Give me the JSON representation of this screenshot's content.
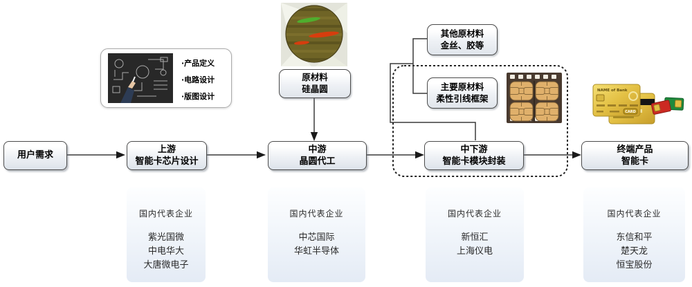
{
  "flow_nodes": [
    {
      "id": "user-demand",
      "line1": "用户需求"
    },
    {
      "id": "upstream",
      "line1": "上游",
      "line2": "智能卡芯片设计"
    },
    {
      "id": "midstream",
      "line1": "中游",
      "line2": "晶圆代工"
    },
    {
      "id": "mid-downstream",
      "line1": "中下游",
      "line2": "智能卡模块封装"
    },
    {
      "id": "end-product",
      "line1": "终端产品",
      "line2": "智能卡"
    }
  ],
  "design_panel": {
    "bullets": [
      "·产品定义",
      "·电路设计",
      "·版图设计"
    ]
  },
  "material_labels": {
    "wafer": {
      "line1": "原材料",
      "line2": "硅晶圆"
    },
    "other": {
      "line1": "其他原材料",
      "line2": "金丝、胶等"
    },
    "main": {
      "line1": "主要原材料",
      "line2": "柔性引线框架"
    }
  },
  "company_boxes": [
    {
      "title": "国内代表企业",
      "companies": [
        "紫光国微",
        "中电华大",
        "大唐微电子"
      ]
    },
    {
      "title": "国内代表企业",
      "companies": [
        "中芯国际",
        "华虹半导体"
      ]
    },
    {
      "title": "国内代表企业",
      "companies": [
        "新恒汇",
        "上海仪电"
      ]
    },
    {
      "title": "国内代表企业",
      "companies": [
        "东信和平",
        "楚天龙",
        "恒宝股份"
      ]
    }
  ],
  "card_art": {
    "bank_label": "NAME of Bank",
    "badge_label": "CARD"
  },
  "colors": {
    "node_border": "#4a4a4a",
    "node_fill_bottom": "#dde3ea",
    "company_fill_bottom": "#e4ebf5",
    "arrow": "#3a3a3a",
    "dashed_border": "#222222",
    "card_gold": "#e3c044",
    "sim_red": "#cc2a22",
    "sim_green": "#1f8a3c",
    "module_gold": "#e0b06b"
  }
}
